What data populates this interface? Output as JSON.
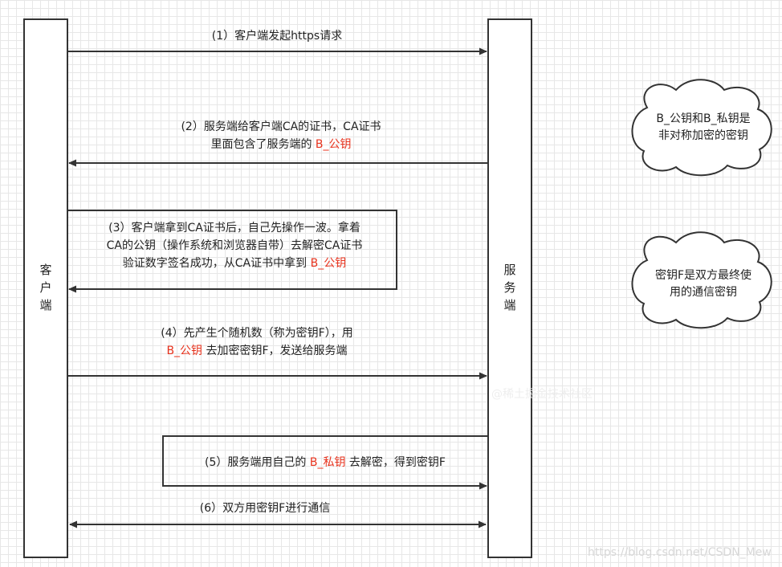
{
  "lifelines": {
    "client": {
      "chars": [
        "客",
        "户",
        "端"
      ]
    },
    "server": {
      "chars": [
        "服",
        "务",
        "端"
      ]
    }
  },
  "messages": {
    "m1": {
      "line1": "(1）客户端发起https请求"
    },
    "m2": {
      "line1": "(2）服务端给客户端CA的证书，CA证书",
      "line2_prefix": "里面包含了服务端的 ",
      "line2_key": "B_公钥"
    },
    "m3": {
      "line1": "(3）客户端拿到CA证书后，自己先操作一波。拿着",
      "line2": "CA的公钥（操作系统和浏览器自带）去解密CA证书",
      "line3_prefix": "验证数字签名成功，从CA证书中拿到 ",
      "line3_key": "B_公钥"
    },
    "m4": {
      "line1": "(4）先产生个随机数（称为密钥F），用",
      "line2_key": "B_公钥",
      "line2_suffix": " 去加密密钥F，发送给服务端"
    },
    "m5": {
      "prefix": "(5）服务端用自己的 ",
      "key": "B_私钥",
      "suffix": " 去解密，得到密钥F"
    },
    "m6": {
      "line1": "(6）双方用密钥F进行通信"
    }
  },
  "notes": {
    "note1": {
      "line1": "B_公钥和B_私钥是",
      "line2": "非对称加密的密钥"
    },
    "note2": {
      "line1": "密钥F是双方最终使",
      "line2": "用的通信密钥"
    }
  },
  "watermarks": {
    "bottom_right": "https://blog.csdn.net/CSDN_Mew",
    "faint_center": "@稀土掘金技术社区"
  },
  "colors": {
    "line": "#333333",
    "key_text": "#e8331e",
    "box_fill": "#ffffff",
    "grid": "#e7e7e7"
  }
}
